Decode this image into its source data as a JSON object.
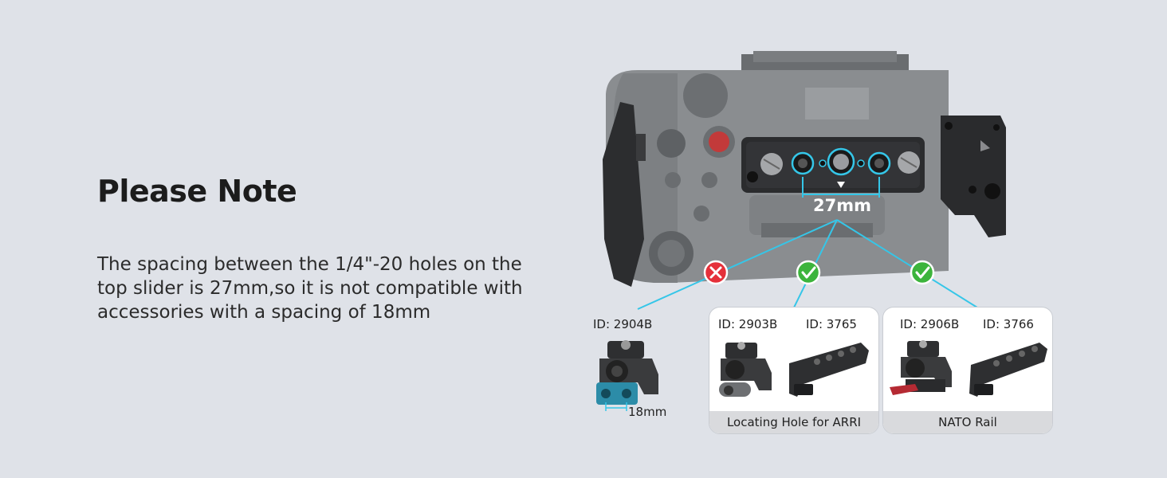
{
  "note": {
    "title": "Please Note",
    "body": "The spacing between the 1/4\"-20 holes on the top slider is 27mm,so it is not compatible with accessories with a spacing of 18mm"
  },
  "diagram": {
    "spacing_label": "27mm",
    "incompatible": {
      "id_label": "ID: 2904B",
      "spacing_label": "18mm",
      "status_icon": "red-x-icon"
    },
    "cards": [
      {
        "ids": [
          "ID: 2903B",
          "ID: 3765"
        ],
        "footer": "Locating Hole for ARRI",
        "status_icon": "green-check-icon"
      },
      {
        "ids": [
          "ID: 2906B",
          "ID: 3766"
        ],
        "footer": "NATO Rail",
        "status_icon": "green-check-icon"
      }
    ]
  },
  "colors": {
    "background": "#dfe2e8",
    "highlight_line": "#35c6e8",
    "cross": "#e5303a",
    "check": "#3cb43c"
  }
}
